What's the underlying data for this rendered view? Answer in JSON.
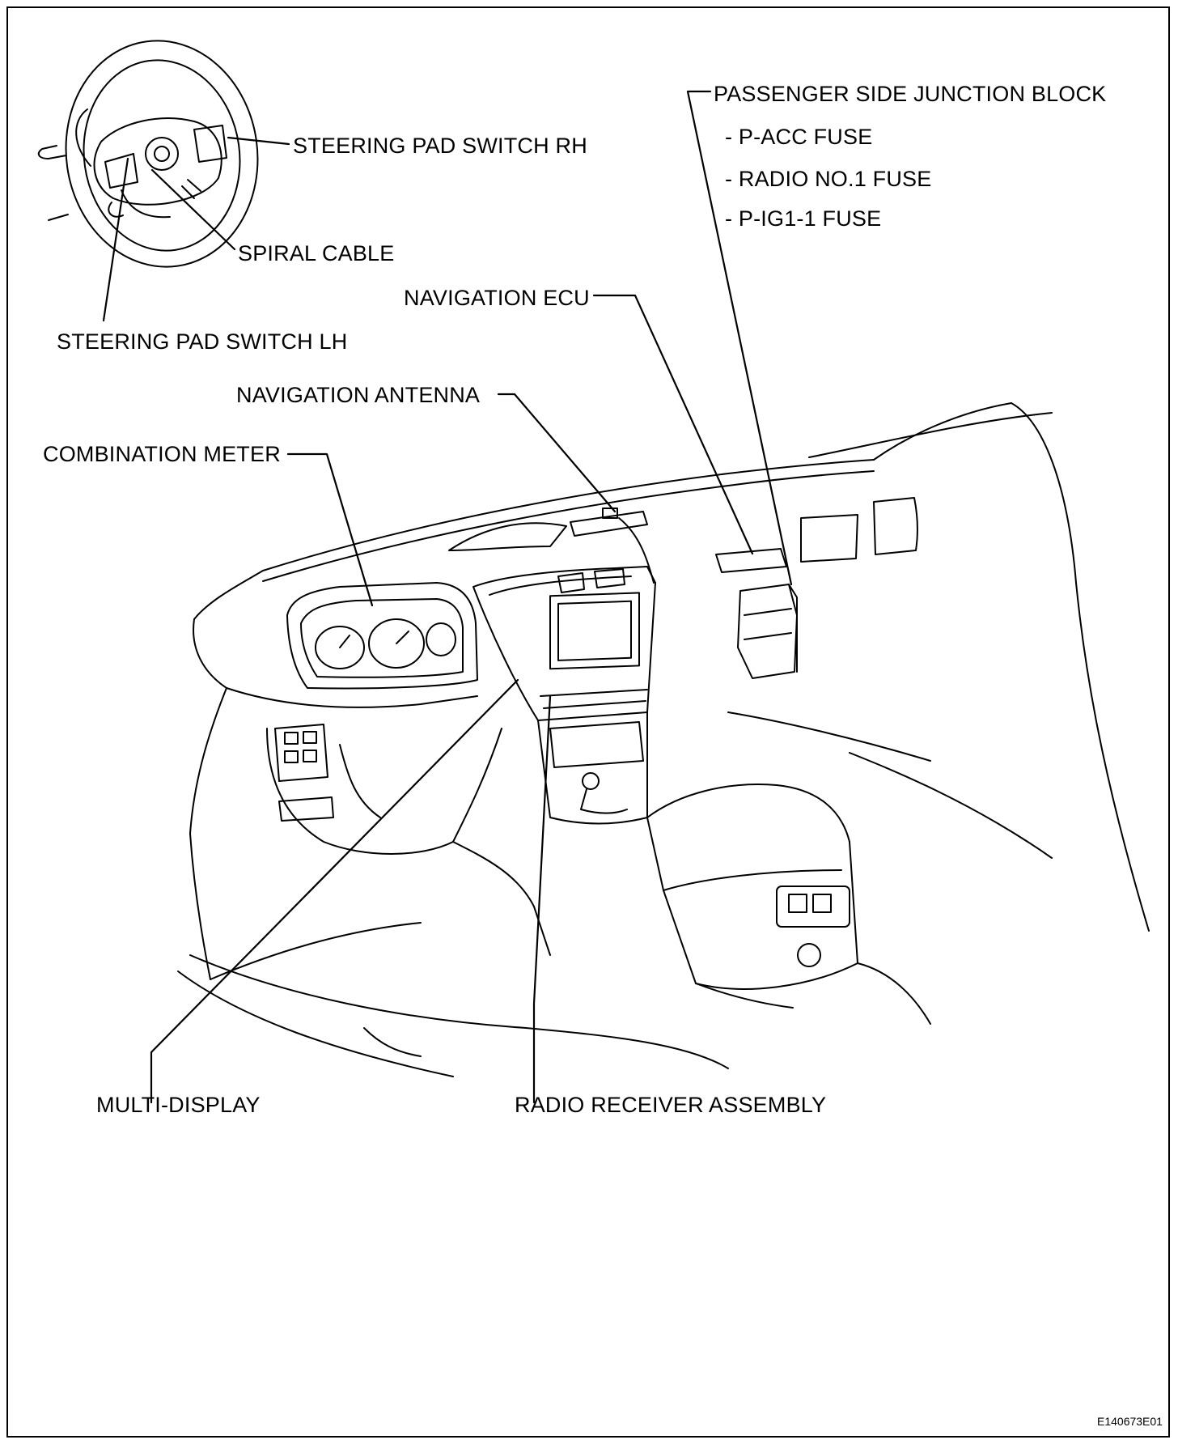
{
  "labels": {
    "steering_pad_switch_rh": "STEERING PAD SWITCH RH",
    "spiral_cable": "SPIRAL CABLE",
    "steering_pad_switch_lh": "STEERING PAD SWITCH LH",
    "passenger_side_junction_block": "PASSENGER SIDE JUNCTION BLOCK",
    "fuse_p_acc": "- P-ACC FUSE",
    "fuse_radio_no1": "- RADIO NO.1 FUSE",
    "fuse_p_ig1_1": "- P-IG1-1 FUSE",
    "navigation_ecu": "NAVIGATION ECU",
    "navigation_antenna": "NAVIGATION ANTENNA",
    "combination_meter": "COMBINATION METER",
    "multi_display": "MULTI-DISPLAY",
    "radio_receiver_assembly": "RADIO RECEIVER ASSEMBLY"
  },
  "figure_code": "E140673E01"
}
